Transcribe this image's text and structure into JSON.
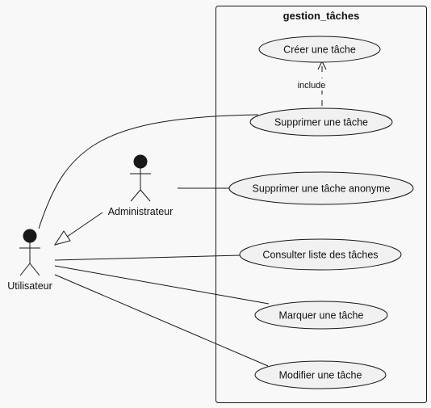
{
  "system": {
    "title": "gestion_tâches"
  },
  "actors": {
    "utilisateur": {
      "label": "Utilisateur"
    },
    "administrateur": {
      "label": "Administrateur"
    }
  },
  "use_cases": {
    "creer": "Créer une tâche",
    "supprimer": "Supprimer une tâche",
    "supprimer_anonyme": "Supprimer une tâche anonyme",
    "consulter": "Consulter liste des tâches",
    "marquer": "Marquer une tâche",
    "modifier": "Modifier une tâche"
  },
  "relations": {
    "include_label": "include"
  },
  "colors": {
    "background": "#f8f8f8",
    "usecase_fill": "#f1f1f1",
    "stroke": "#181818",
    "actor_fill": "#181818"
  }
}
